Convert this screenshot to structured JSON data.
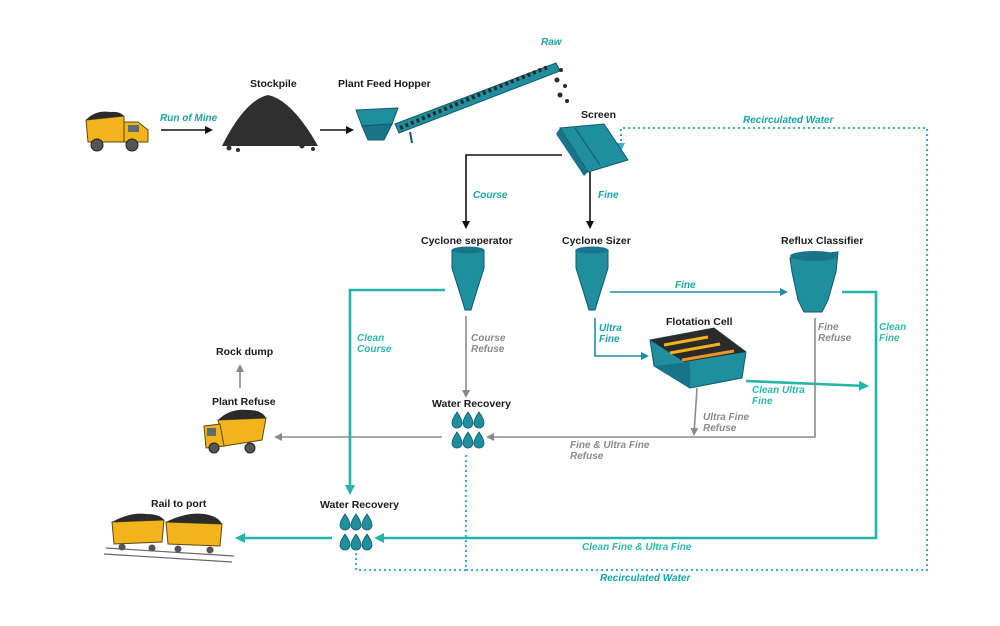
{
  "nodes": {
    "stockpile": "Stockpile",
    "plant_feed_hopper": "Plant Feed Hopper",
    "screen": "Screen",
    "cyclone_separator": "Cyclone seperator",
    "cyclone_sizer": "Cyclone Sizer",
    "reflux_classifier": "Reflux Classifier",
    "flotation_cell": "Flotation Cell",
    "water_recovery_1": "Water Recovery",
    "water_recovery_2": "Water Recovery",
    "plant_refuse": "Plant Refuse",
    "rock_dump": "Rock dump",
    "rail_to_port": "Rail to port"
  },
  "flows": {
    "run_of_mine": "Run of Mine",
    "raw": "Raw",
    "recirculated_water_top": "Recirculated Water",
    "course": "Course",
    "fine_screen": "Fine",
    "fine_sizer": "Fine",
    "ultra_fine": [
      "Ultra",
      "Fine"
    ],
    "clean_course": [
      "Clean",
      "Course"
    ],
    "course_refuse": [
      "Course",
      "Refuse"
    ],
    "fine_refuse": [
      "Fine",
      "Refuse"
    ],
    "clean_fine": [
      "Clean",
      "Fine"
    ],
    "clean_ultra_fine": [
      "Clean Ultra",
      "Fine"
    ],
    "ultra_fine_refuse": [
      "Ultra Fine",
      "Refuse"
    ],
    "fine_ultra_fine_refuse": [
      "Fine & Ultra Fine",
      "Refuse"
    ],
    "clean_fine_ultra_fine": "Clean Fine & Ultra Fine",
    "recirculated_water_bottom": "Recirculated Water"
  },
  "colors": {
    "teal_equipment": "#1f8fa0",
    "teal_flow": "#22b5a8",
    "dotted_water": "#3aaed0",
    "refuse_gray": "#8a8a8a",
    "truck_yellow": "#f2b31c",
    "coal": "#2b2b2b"
  },
  "icons": [
    "truck-icon",
    "stockpile-icon",
    "hopper-conveyor-icon",
    "screen-icon",
    "cyclone-icon",
    "reflux-classifier-icon",
    "flotation-cell-icon",
    "water-drops-icon",
    "train-icon"
  ]
}
